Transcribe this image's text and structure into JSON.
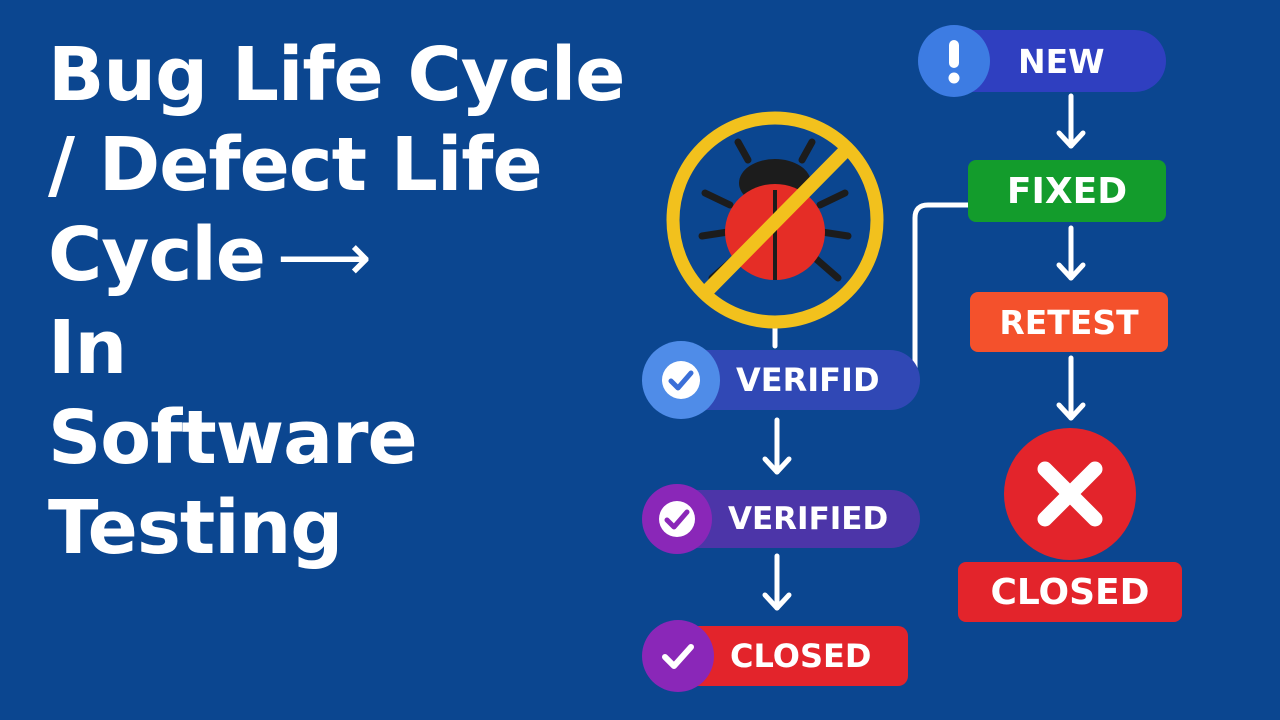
{
  "title": {
    "lines": [
      "Bug Life Cycle",
      "/ Defect Life",
      "Cycle",
      "In",
      "Software",
      "Testing"
    ],
    "arrow": "⟶"
  },
  "states": {
    "new": "NEW",
    "fixed": "FIXED",
    "retest": "RETEST",
    "closed_right": "CLOSED",
    "verifid": "VERIFID",
    "verified": "VERIFIED",
    "closed_left": "CLOSED"
  },
  "colors": {
    "background": "#0b4690",
    "new": "#2f3fc0",
    "new_icon": "#3d7ce3",
    "fixed": "#139c2c",
    "retest": "#f4512c",
    "closed": "#e3242b",
    "verifid": "#3048b5",
    "verifid_icon": "#4f8ce8",
    "verified": "#4c35a8",
    "purple_icon": "#8a27b8",
    "no_bug_ring": "#f2c11d",
    "bug": "#e52d26"
  },
  "icons": {
    "new": "exclamation-icon",
    "verifid": "check-icon",
    "verified": "check-icon",
    "closed_left": "check-icon",
    "closed_right": "x-mark-icon",
    "no_bug": "no-bug-icon"
  }
}
